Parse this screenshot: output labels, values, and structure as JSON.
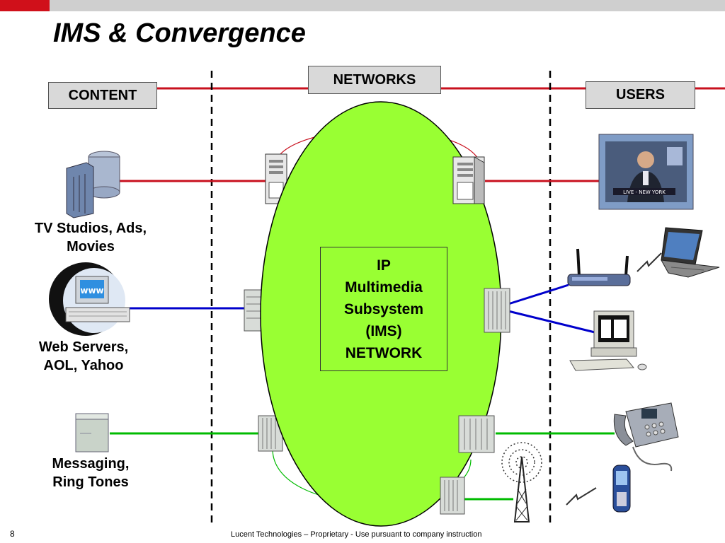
{
  "title": "IMS & Convergence",
  "headers": {
    "content": "CONTENT",
    "networks": "NETWORKS",
    "users": "USERS"
  },
  "content_labels": {
    "tv": [
      "TV Studios, Ads,",
      "Movies"
    ],
    "web": [
      "Web Servers,",
      "AOL, Yahoo"
    ],
    "messaging": [
      "Messaging,",
      "Ring Tones"
    ]
  },
  "ims": {
    "lines": [
      "IP",
      "Multimedia",
      "Subsystem",
      "(IMS)",
      "NETWORK"
    ]
  },
  "tv_screen_caption": "LIVE - NEW YORK",
  "footer": {
    "page": "8",
    "text": "Lucent Technologies – Proprietary - Use pursuant to company instruction"
  },
  "colors": {
    "accent_red": "#c8101e",
    "ellipse_green": "#99ff33",
    "link_blue": "#0000cc",
    "link_green": "#00bb00"
  },
  "icons": [
    "server-database-icon",
    "www-computer-icon",
    "messaging-server-icon",
    "tv-icon",
    "laptop-icon",
    "wireless-router-icon",
    "desktop-computer-icon",
    "desk-phone-icon",
    "mobile-phone-icon",
    "cell-tower-icon",
    "server-tower-icon",
    "switch-rack-icon"
  ]
}
